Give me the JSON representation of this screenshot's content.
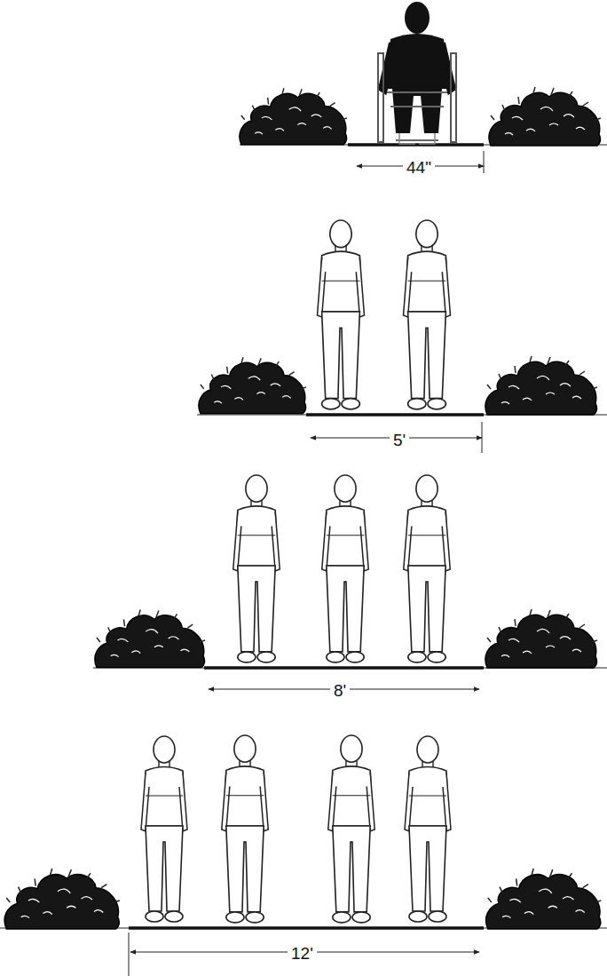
{
  "diagram": {
    "labels": [
      "44\"",
      "5'",
      "8'",
      "12'"
    ]
  }
}
